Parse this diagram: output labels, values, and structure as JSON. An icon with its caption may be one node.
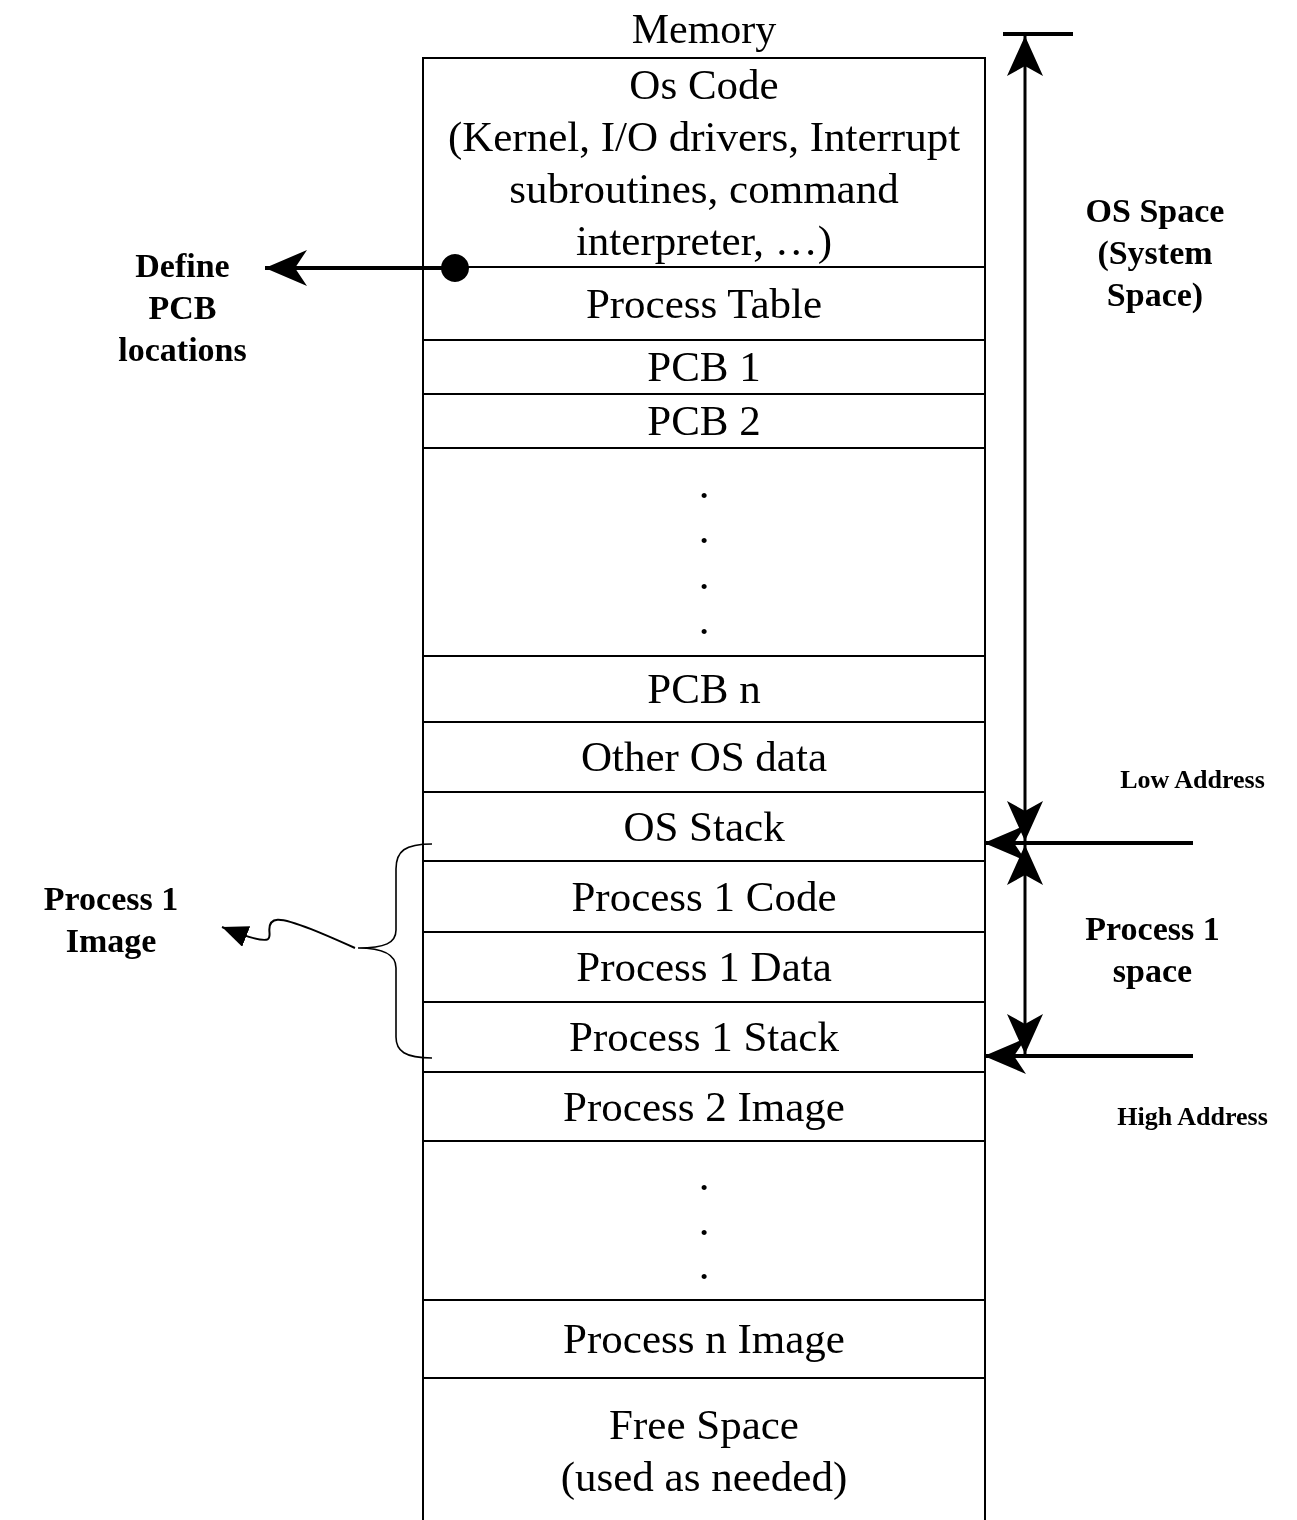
{
  "diagram": {
    "nodes": [
      {
        "text": [
          "Memory"
        ]
      },
      {
        "text": [
          "Os Code",
          "(Kernel, I/O drivers, Interrupt subroutines, command interpreter, …)"
        ],
        "in": 0
      },
      {
        "text": [
          "Process Table"
        ],
        "in": 0
      },
      {
        "text": [
          "PCB 1"
        ],
        "in": 0
      },
      {
        "text": [
          "PCB 2"
        ],
        "in": 0
      },
      {
        "text": [
          ".",
          ".",
          ".",
          "."
        ],
        "in": 0
      },
      {
        "text": [
          "PCB n"
        ],
        "in": 0
      },
      {
        "text": [
          "Other OS data"
        ],
        "in": 0
      },
      {
        "text": [
          "OS Stack"
        ],
        "in": 0
      },
      {
        "text": [
          "Process 1 Code"
        ],
        "in": 0
      },
      {
        "text": [
          "Process 1 Data"
        ],
        "in": 0
      },
      {
        "text": [
          "Process 1 Stack"
        ],
        "in": 0
      },
      {
        "text": [
          "Process 2 Image"
        ],
        "in": 0
      },
      {
        "text": [
          ".",
          ".",
          "."
        ],
        "in": 0
      },
      {
        "text": [
          "Process n Image"
        ],
        "in": 0
      },
      {
        "text": [
          "Free Space",
          "(used as needed)"
        ],
        "in": 0
      },
      {
        "text": [
          "Define PCB locations"
        ]
      },
      {
        "text": [
          "Process 1 Image"
        ]
      },
      {
        "text": [],
        "shape": "bracket"
      }
    ],
    "edges": [
      {
        "from": 2,
        "to": 16,
        "arrow": "to"
      },
      {
        "from": 18,
        "to": 17,
        "arrow": "to"
      },
      {
        "from": null,
        "to": 8,
        "arrow": "to"
      },
      {
        "from": null,
        "to": 11,
        "arrow": "to"
      }
    ],
    "labels": [
      "OS Space (System Space)",
      "Low Address",
      "Process 1 space",
      "High Address"
    ]
  }
}
